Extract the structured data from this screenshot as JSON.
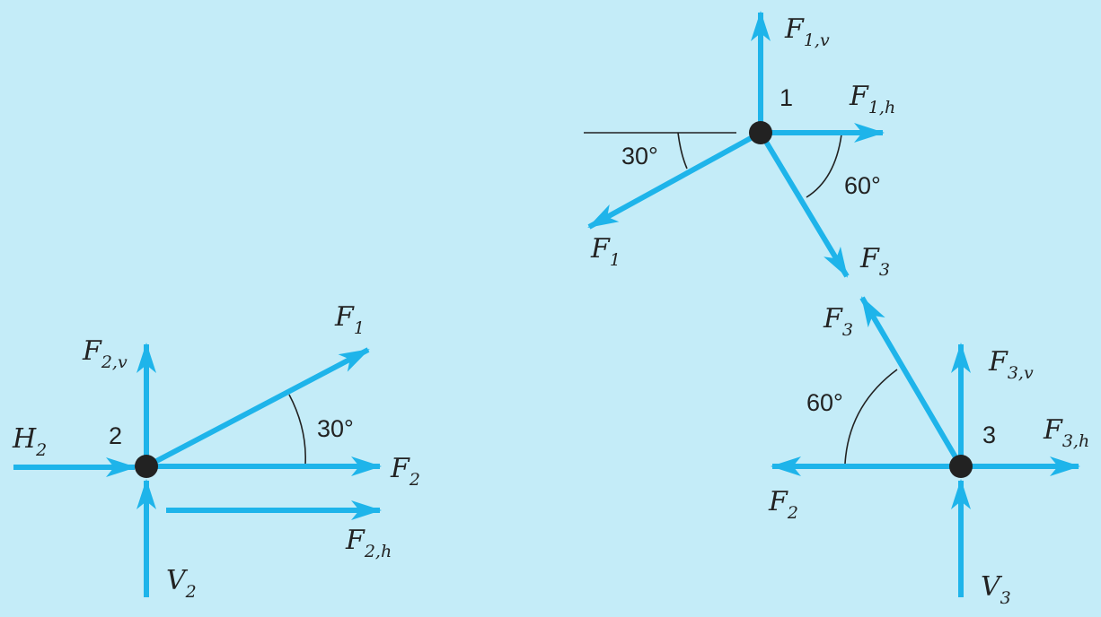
{
  "colors": {
    "background": "#c4ecf8",
    "arrow": "#1eb4ea",
    "node": "#222222",
    "text": "#222222"
  },
  "node1": {
    "number": "1",
    "angle_left": "30°",
    "angle_right": "60°",
    "labels": {
      "f1v": {
        "main": "F",
        "sub": "1,v"
      },
      "f1h": {
        "main": "F",
        "sub": "1,h"
      },
      "f1": {
        "main": "F",
        "sub": "1"
      },
      "f3": {
        "main": "F",
        "sub": "3"
      }
    }
  },
  "node2": {
    "number": "2",
    "angle": "30°",
    "labels": {
      "f1": {
        "main": "F",
        "sub": "1"
      },
      "f2v": {
        "main": "F",
        "sub": "2,v"
      },
      "h2": {
        "main": "H",
        "sub": "2"
      },
      "f2": {
        "main": "F",
        "sub": "2"
      },
      "f2h": {
        "main": "F",
        "sub": "2,h"
      },
      "v2": {
        "main": "V",
        "sub": "2"
      }
    }
  },
  "node3": {
    "number": "3",
    "angle": "60°",
    "labels": {
      "f3": {
        "main": "F",
        "sub": "3"
      },
      "f3v": {
        "main": "F",
        "sub": "3,v"
      },
      "f3h": {
        "main": "F",
        "sub": "3,h"
      },
      "f2": {
        "main": "F",
        "sub": "2"
      },
      "v3": {
        "main": "V",
        "sub": "3"
      }
    }
  }
}
